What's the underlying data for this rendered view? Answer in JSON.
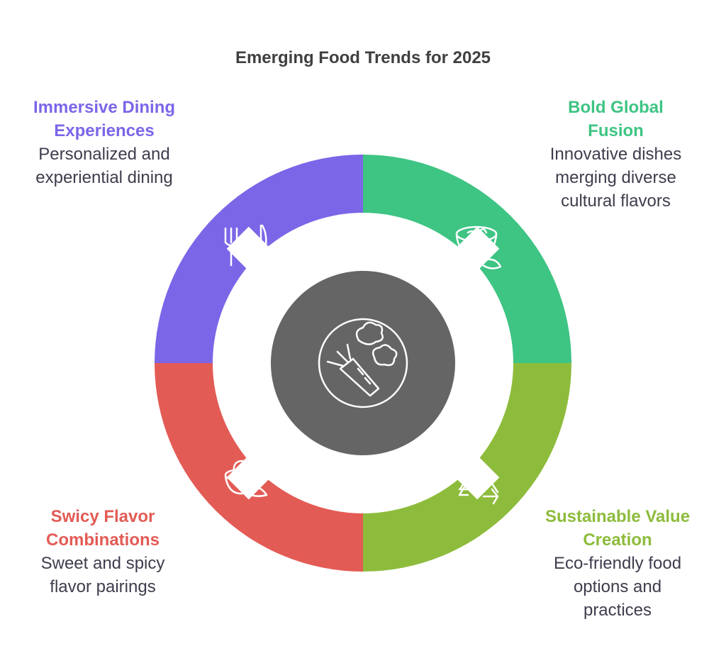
{
  "title": "Emerging Food Trends for 2025",
  "center_icon": "carrot-and-broccoli-icon",
  "quadrants": [
    {
      "id": "immersive-dining",
      "heading": "Immersive Dining Experiences",
      "description": "Personalized and experiential dining",
      "color": "#7B66E8",
      "icon": "plate-fork-knife-heart-icon"
    },
    {
      "id": "bold-global-fusion",
      "heading": "Bold Global Fusion",
      "description": "Innovative dishes merging diverse cultural flavors",
      "color": "#3EC483",
      "icon": "bowl-and-chili-icon"
    },
    {
      "id": "sustainable-value",
      "heading": "Sustainable Value Creation",
      "description": "Eco-friendly food options and practices",
      "color": "#8DBC3C",
      "icon": "recycle-icon"
    },
    {
      "id": "swicy-flavor",
      "heading": "Swicy Flavor Combinations",
      "description": "Sweet and spicy flavor pairings",
      "color": "#E35B55",
      "icon": "bowl-and-pepper-icon"
    }
  ],
  "center_color": "#656565"
}
